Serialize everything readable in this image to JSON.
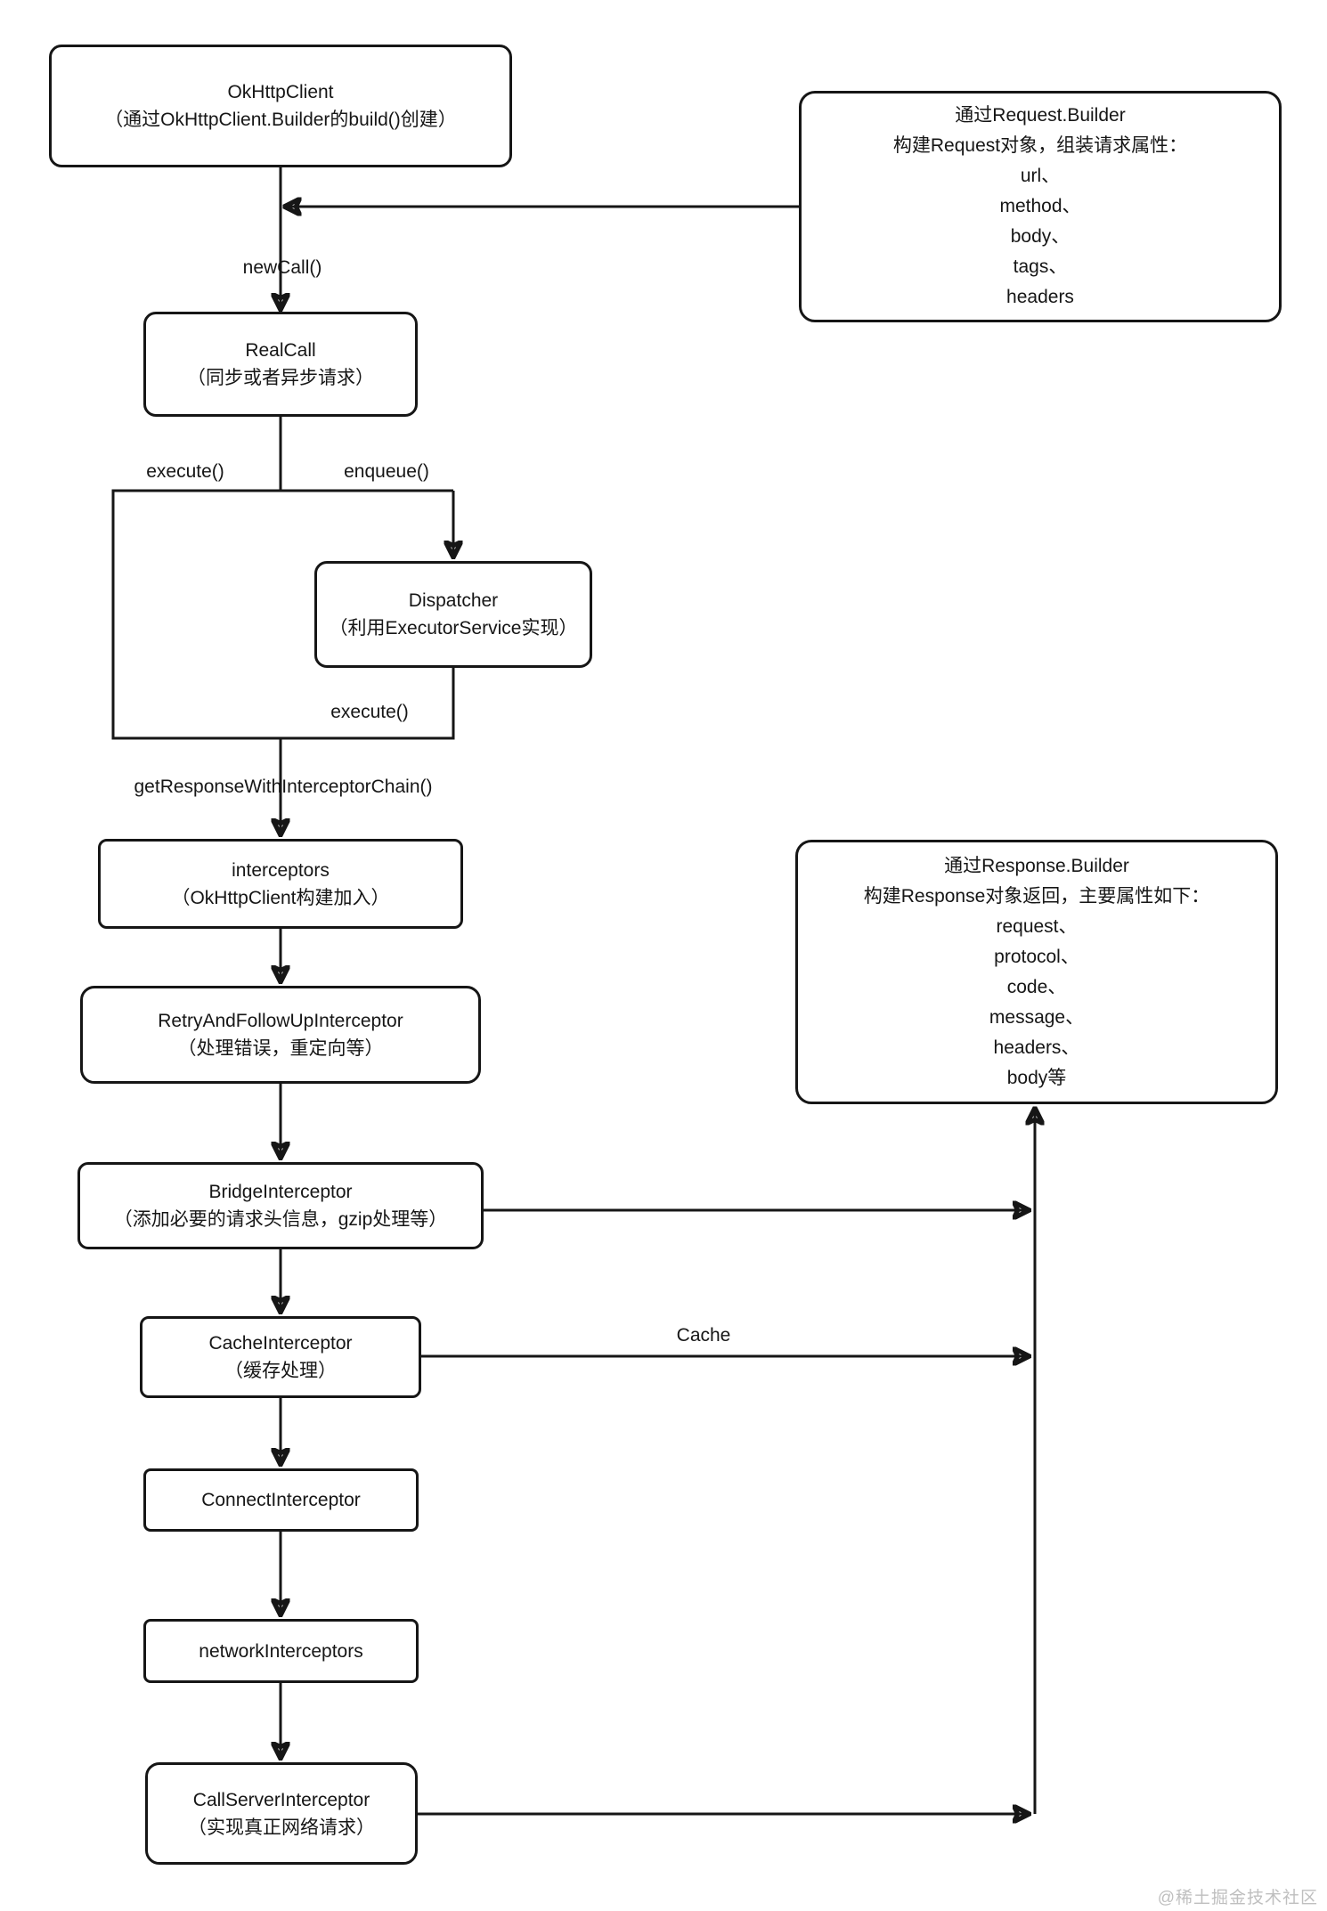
{
  "colors": {
    "line": "#161616",
    "text": "#161616",
    "watermark": "#bfbfbf",
    "background": "#ffffff"
  },
  "nodes": {
    "okhttpclient": {
      "title": "OkHttpClient",
      "subtitle": "（通过OkHttpClient.Builder的build()创建）"
    },
    "realcall": {
      "title": "RealCall",
      "subtitle": "（同步或者异步请求）"
    },
    "dispatcher": {
      "title": "Dispatcher",
      "subtitle": "（利用ExecutorService实现）"
    },
    "interceptors": {
      "title": "interceptors",
      "subtitle": "（OkHttpClient构建加入）"
    },
    "retry_and_follow_up": {
      "title": "RetryAndFollowUpInterceptor",
      "subtitle": "（处理错误，重定向等）"
    },
    "bridge": {
      "title": "BridgeInterceptor",
      "subtitle": "（添加必要的请求头信息，gzip处理等）"
    },
    "cache": {
      "title": "CacheInterceptor",
      "subtitle": "（缓存处理）"
    },
    "connect": {
      "title": "ConnectInterceptor"
    },
    "network_interceptors": {
      "title": "networkInterceptors"
    },
    "call_server": {
      "title": "CallServerInterceptor",
      "subtitle": "（实现真正网络请求）"
    }
  },
  "request_note": {
    "lines": [
      "通过Request.Builder",
      "构建Request对象，组装请求属性：",
      "url、",
      "method、",
      "body、",
      "tags、",
      "headers"
    ]
  },
  "response_note": {
    "lines": [
      "通过Response.Builder",
      "构建Response对象返回，主要属性如下：",
      "request、",
      "protocol、",
      "code、",
      "message、",
      "headers、",
      "body等"
    ]
  },
  "edge_labels": {
    "new_call": "newCall()",
    "execute_sync": "execute()",
    "enqueue_async": "enqueue()",
    "dispatcher_execute": "execute()",
    "get_response_chain": "getResponseWithInterceptorChain()",
    "cache": "Cache"
  },
  "watermark": "@稀土掘金技术社区"
}
